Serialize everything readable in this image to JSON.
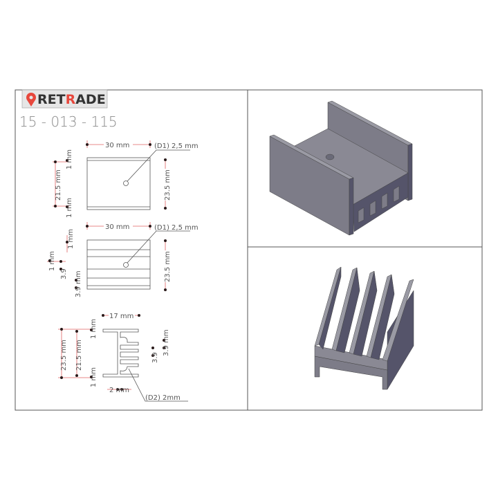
{
  "logo": {
    "prefix": "",
    "part1": "RET",
    "part2": "R",
    "part3": "ADE",
    "accent": "#e8473c"
  },
  "part_number": "15 - 013 - 115",
  "views": {
    "top": {
      "width": "30 mm",
      "hole": "(D1) 2,5 mm",
      "inner_height": "21.5 mm",
      "height": "23.5 mm",
      "flange_top": "1 mm",
      "flange_bottom": "1 mm"
    },
    "bottom": {
      "width": "30 mm",
      "hole": "(D1) 2,5 mm",
      "height": "23.5 mm",
      "flange": "1 mm",
      "fin_a": "1 mm",
      "fin_b": "3.9",
      "fin_c": "3.9 mm"
    },
    "side": {
      "depth": "17 mm",
      "height": "23.5 mm",
      "inner_height": "21.5 mm",
      "flange_top": "1 mm",
      "flange_bottom": "1 mm",
      "fin_gap_a": "3.9 mm",
      "fin_gap_b": "3.9",
      "base": "2 mm",
      "groove": "(D2) 2mm"
    }
  },
  "colors": {
    "frame": "#555555",
    "dimension": "#e06060",
    "model_face": "#7d7c88",
    "model_dark": "#55546a",
    "model_light": "#9a9aa4"
  }
}
